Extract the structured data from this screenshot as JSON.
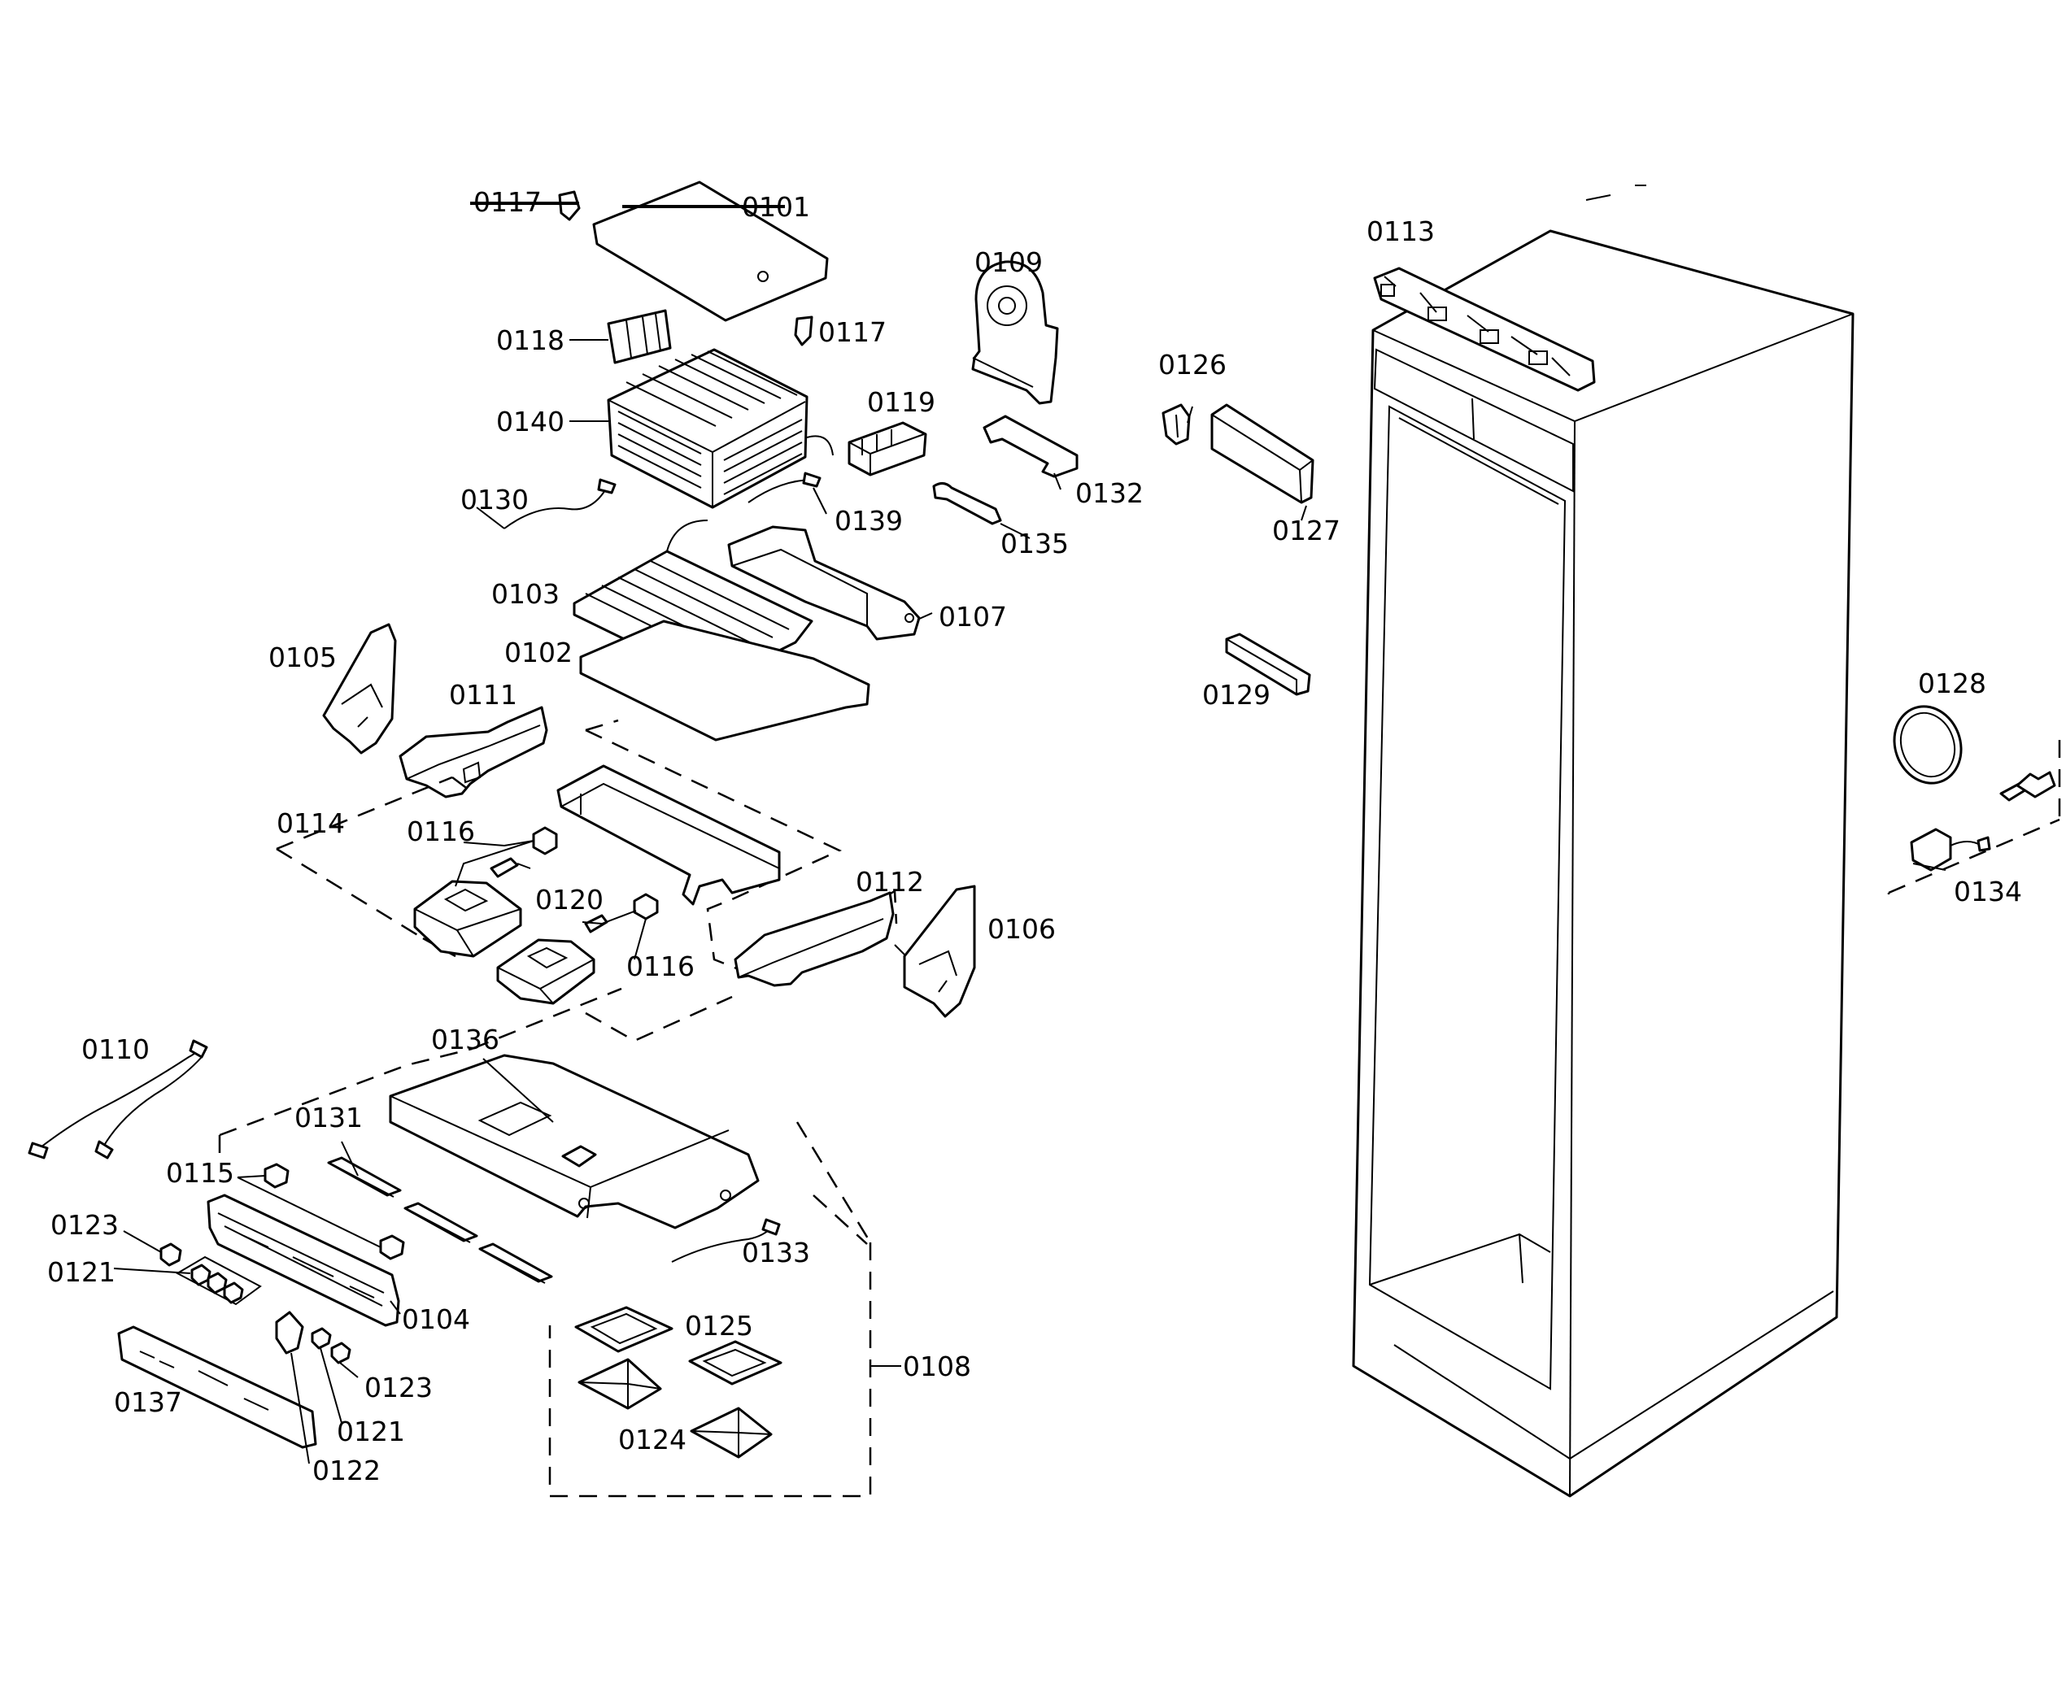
{
  "labels": {
    "p0101": "0101",
    "p0102": "0102",
    "p0103": "0103",
    "p0104": "0104",
    "p0105": "0105",
    "p0106": "0106",
    "p0107": "0107",
    "p0108": "0108",
    "p0109": "0109",
    "p0110": "0110",
    "p0111": "0111",
    "p0112": "0112",
    "p0113": "0113",
    "p0114": "0114",
    "p0115": "0115",
    "p0116a": "0116",
    "p0116b": "0116",
    "p0117a": "0117",
    "p0117b": "0117",
    "p0118": "0118",
    "p0119": "0119",
    "p0120": "0120",
    "p0121a": "0121",
    "p0121b": "0121",
    "p0122": "0122",
    "p0123a": "0123",
    "p0123b": "0123",
    "p0124": "0124",
    "p0125": "0125",
    "p0126": "0126",
    "p0127": "0127",
    "p0128": "0128",
    "p0129": "0129",
    "p0130": "0130",
    "p0131": "0131",
    "p0132": "0132",
    "p0133": "0133",
    "p0134": "0134",
    "p0135": "0135",
    "p0136": "0136",
    "p0137": "0137",
    "p0139": "0139",
    "p0140": "0140"
  }
}
